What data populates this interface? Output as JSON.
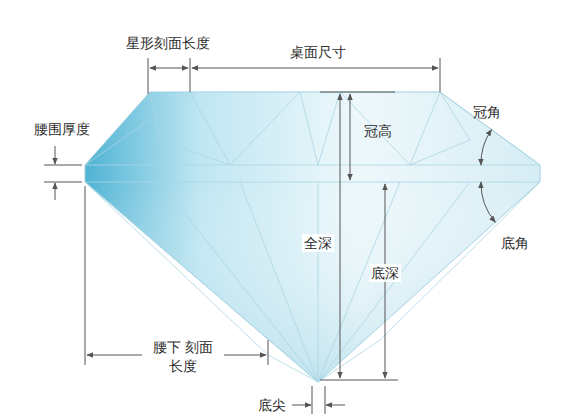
{
  "diagram": {
    "labels": [
      "星形刻面长度",
      "桌面尺寸",
      "腰围厚度",
      "冠角",
      "冠高",
      "全深",
      "底深",
      "底角",
      "腰下 刻面长度",
      "底尖"
    ]
  }
}
